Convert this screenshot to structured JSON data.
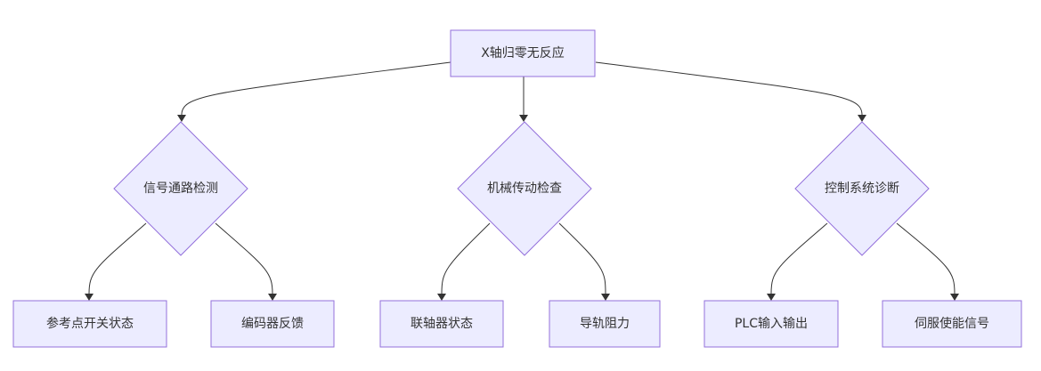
{
  "diagram": {
    "type": "flowchart",
    "direction": "top-down",
    "colors": {
      "node_fill": "#ececff",
      "node_stroke": "#9370db",
      "edge": "#333333",
      "text": "#333333"
    },
    "nodes": [
      {
        "id": "root",
        "label": "X轴归零无反应",
        "shape": "rect"
      },
      {
        "id": "signal",
        "label": "信号通路检测",
        "shape": "diamond"
      },
      {
        "id": "mech",
        "label": "机械传动检查",
        "shape": "diamond"
      },
      {
        "id": "ctrl",
        "label": "控制系统诊断",
        "shape": "diamond"
      },
      {
        "id": "ref",
        "label": "参考点开关状态",
        "shape": "rect"
      },
      {
        "id": "enc",
        "label": "编码器反馈",
        "shape": "rect"
      },
      {
        "id": "coup",
        "label": "联轴器状态",
        "shape": "rect"
      },
      {
        "id": "rail",
        "label": "导轨阻力",
        "shape": "rect"
      },
      {
        "id": "plc",
        "label": "PLC输入输出",
        "shape": "rect"
      },
      {
        "id": "servo",
        "label": "伺服使能信号",
        "shape": "rect"
      }
    ],
    "edges": [
      {
        "from": "root",
        "to": "signal"
      },
      {
        "from": "root",
        "to": "mech"
      },
      {
        "from": "root",
        "to": "ctrl"
      },
      {
        "from": "signal",
        "to": "ref"
      },
      {
        "from": "signal",
        "to": "enc"
      },
      {
        "from": "mech",
        "to": "coup"
      },
      {
        "from": "mech",
        "to": "rail"
      },
      {
        "from": "ctrl",
        "to": "plc"
      },
      {
        "from": "ctrl",
        "to": "servo"
      }
    ]
  }
}
